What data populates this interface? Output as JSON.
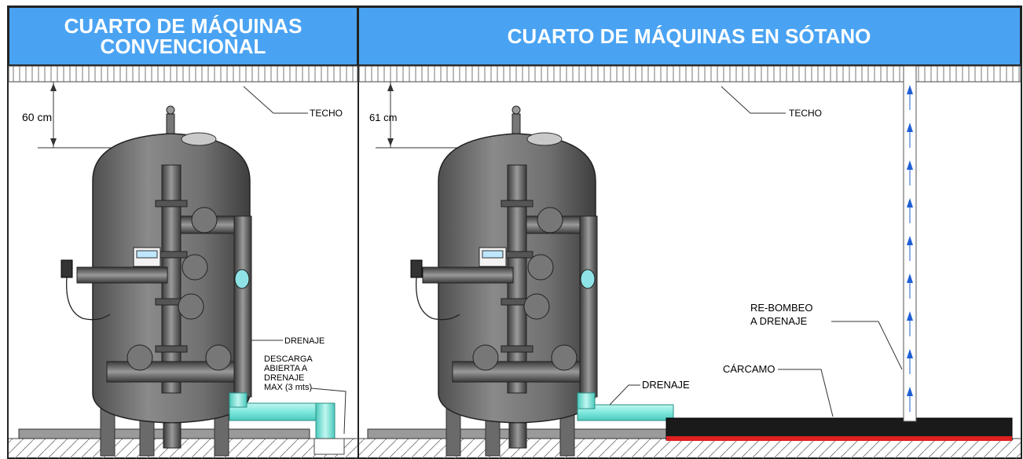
{
  "headers": {
    "left_line1": "CUARTO DE MÁQUINAS",
    "left_line2": "CONVENCIONAL",
    "right": "CUARTO DE MÁQUINAS EN SÓTANO"
  },
  "labels": {
    "left_clearance": "60 cm",
    "right_clearance": "61 cm",
    "left_ceiling": "TECHO",
    "right_ceiling": "TECHO",
    "left_drain": "DRENAJE",
    "discharge_1": "DESCARGA",
    "discharge_2": "ABIERTA A",
    "discharge_3": "DRENAJE",
    "discharge_4": "MAX (3 mts)",
    "right_drain": "DRENAJE",
    "sump": "CÁRCAMO",
    "repump_1": "RE-BOMBEO",
    "repump_2": "A DRENAJE"
  },
  "colors": {
    "header_bg": "#4aa3f2",
    "tank": "#6e6e6e",
    "drain_pipe": "#7fe8dd",
    "sump_top": "#1a1a1a",
    "sump_base": "#e02020",
    "arrow": "#1f5fd6"
  }
}
